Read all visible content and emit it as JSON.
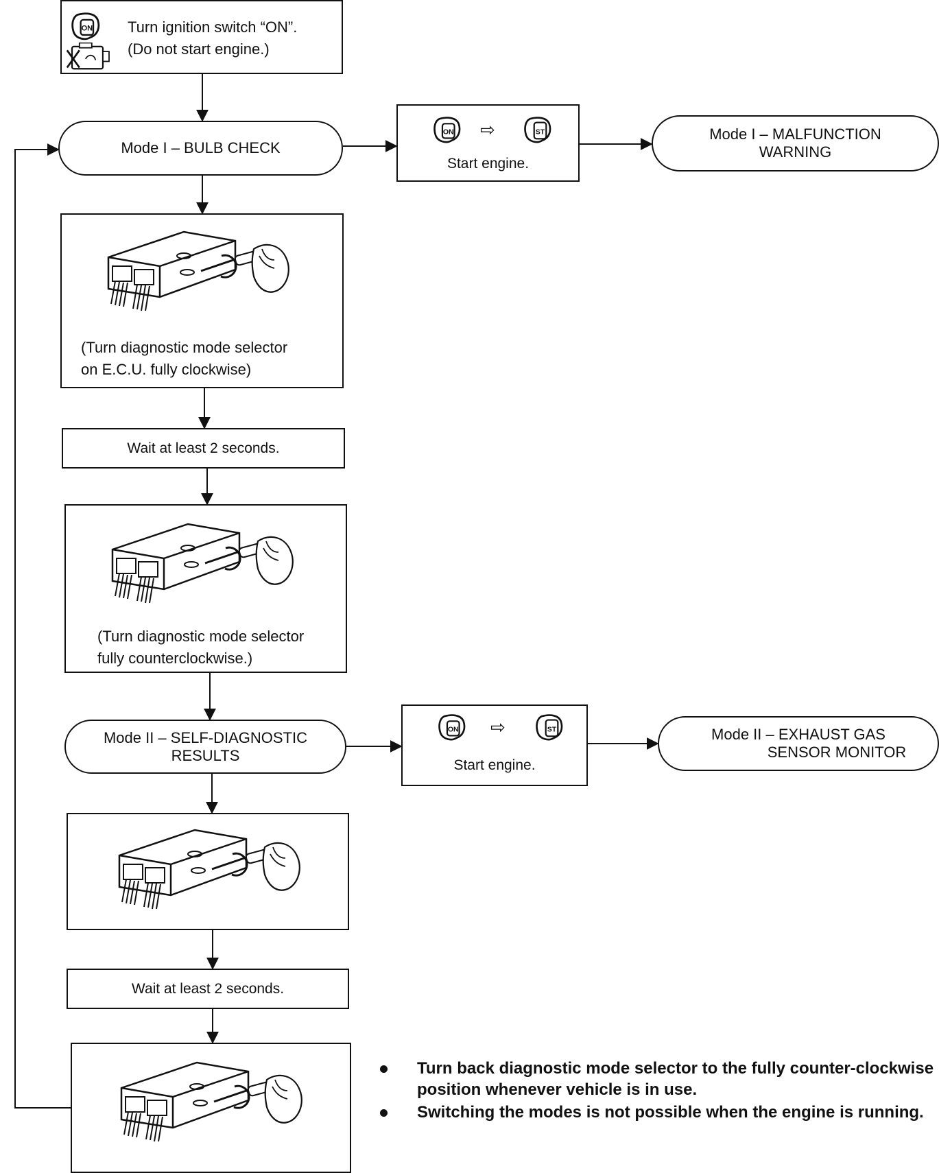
{
  "steps": {
    "ignition_on": {
      "line1": "Turn ignition switch “ON”.",
      "line2": "(Do not start engine.)"
    },
    "mode1_bulb_check": {
      "label": "Mode I – BULB CHECK"
    },
    "start_engine_1": {
      "label": "Start engine."
    },
    "mode1_malfunction": {
      "line1": "Mode I – MALFUNCTION",
      "line2": "WARNING"
    },
    "turn_clockwise_1": {
      "line1": "(Turn diagnostic mode selector",
      "line2": "on E.C.U. fully clockwise)"
    },
    "wait_1": {
      "label": "Wait at least 2 seconds."
    },
    "turn_counterclockwise": {
      "line1": "(Turn diagnostic mode selector",
      "line2": "fully counterclockwise.)"
    },
    "mode2_self_diagnostic": {
      "line1": "Mode II – SELF-DIAGNOSTIC",
      "line2": "RESULTS"
    },
    "start_engine_2": {
      "label": "Start engine."
    },
    "mode2_exhaust": {
      "line1": "Mode II – EXHAUST GAS",
      "line2": "SENSOR MONITOR"
    },
    "wait_2": {
      "label": "Wait at least 2 seconds."
    }
  },
  "key_icons": {
    "on": "ON",
    "start": "ST"
  },
  "notes": [
    "Turn back diagnostic mode selector to the fully counter-clockwise position whenever vehicle is in use.",
    "Switching the modes is not possible when the engine is running."
  ]
}
